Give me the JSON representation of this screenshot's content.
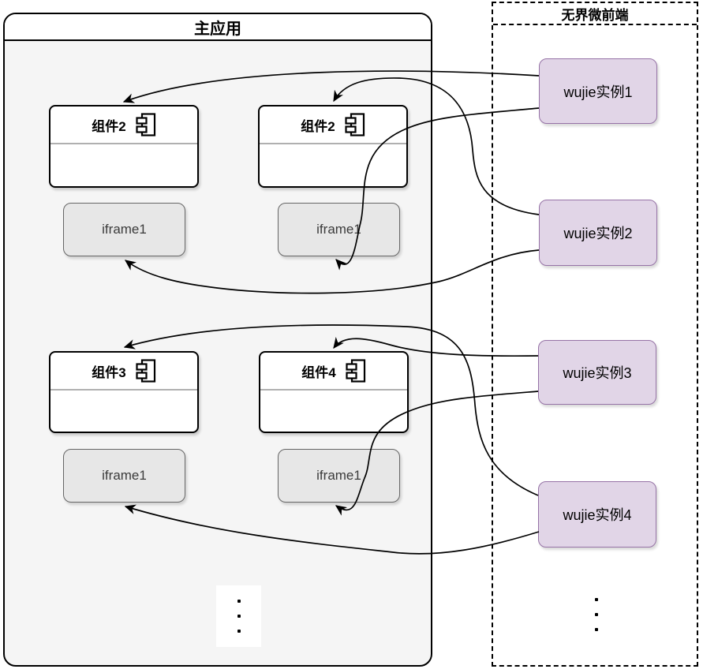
{
  "colors": {
    "line": "#000000",
    "main_bg": "#f5f5f5",
    "box_bg": "#ffffff",
    "instance_fill": "#e1d5e7",
    "instance_border": "#9673a6",
    "iframe_fill": "#e7e7e7",
    "iframe_border": "#666666",
    "divider": "#b0b0b0"
  },
  "main_app": {
    "title": "主应用",
    "components": [
      {
        "label": "组件2"
      },
      {
        "label": "组件2"
      },
      {
        "label": "组件3"
      },
      {
        "label": "组件4"
      }
    ],
    "iframes": [
      {
        "label": "iframe1"
      },
      {
        "label": "iframe1"
      },
      {
        "label": "iframe1"
      },
      {
        "label": "iframe1"
      }
    ]
  },
  "wujie_panel": {
    "title": "无界微前端",
    "instances": [
      {
        "label": "wujie实例1"
      },
      {
        "label": "wujie实例2"
      },
      {
        "label": "wujie实例3"
      },
      {
        "label": "wujie实例4"
      }
    ]
  },
  "connections": [
    {
      "from": "wujie实例1",
      "to": "组件2 (左上)"
    },
    {
      "from": "wujie实例1",
      "to": "iframe1 (右上)"
    },
    {
      "from": "wujie实例2",
      "to": "组件2 (右上)"
    },
    {
      "from": "wujie实例2",
      "to": "iframe1 (左上)"
    },
    {
      "from": "wujie实例3",
      "to": "组件4"
    },
    {
      "from": "wujie实例3",
      "to": "iframe1 (右下)"
    },
    {
      "from": "wujie实例4",
      "to": "组件3"
    },
    {
      "from": "wujie实例4",
      "to": "iframe1 (左下)"
    }
  ]
}
